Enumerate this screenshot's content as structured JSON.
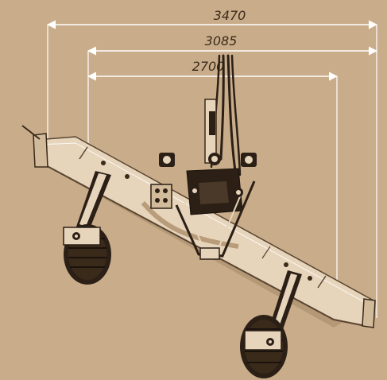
{
  "dimensions": [
    {
      "label": "3470"
    },
    {
      "label": "3085"
    },
    {
      "label": "2700"
    }
  ],
  "colors": {
    "background": "#c9ad8a",
    "dimension_line": "#ffffff",
    "label_text": "#3a2a1a",
    "frame_light": "#e6d4bb",
    "frame_mid": "#b99d7a",
    "frame_dark": "#5a4532",
    "rubber": "#2b1f16"
  }
}
